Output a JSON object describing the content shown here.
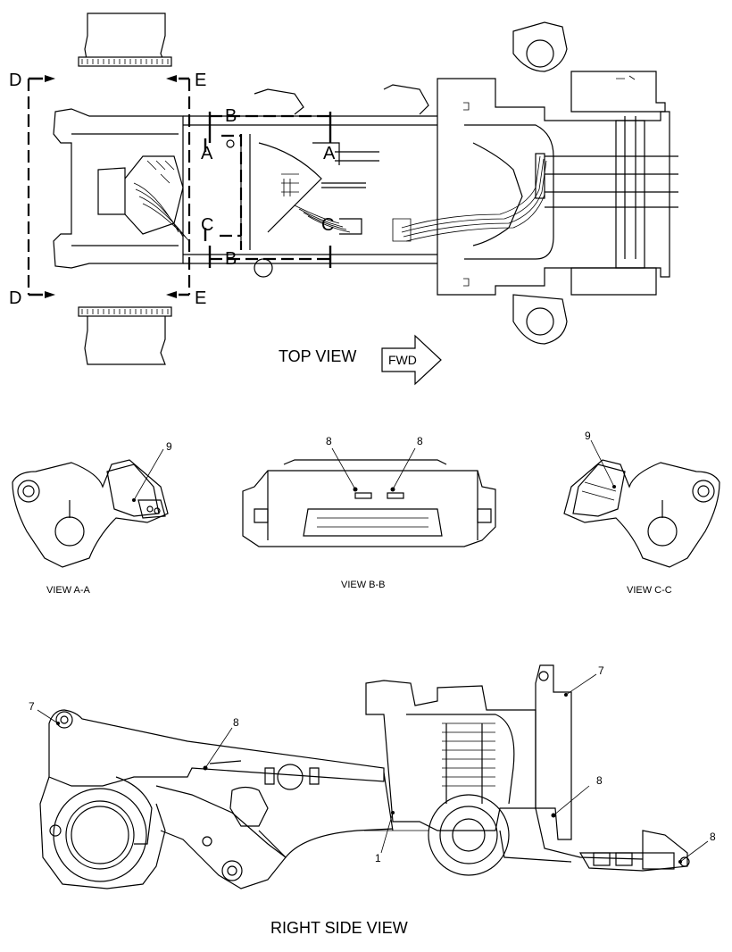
{
  "section_markers": {
    "d_top": "D",
    "e_top": "E",
    "d_bottom": "D",
    "e_bottom": "E",
    "b_top": "B",
    "b_bottom": "B",
    "a_left": "A",
    "a_right": "A",
    "c_left": "C",
    "c_right": "C"
  },
  "titles": {
    "top_view": "TOP VIEW",
    "fwd": "FWD",
    "view_aa": "VIEW A-A",
    "view_bb": "VIEW B-B",
    "view_cc": "VIEW C-C",
    "right_side_view": "RIGHT SIDE VIEW"
  },
  "callouts": {
    "aa_9": "9",
    "bb_8_left": "8",
    "bb_8_right": "8",
    "cc_9": "9",
    "rs_7_left": "7",
    "rs_7_right": "7",
    "rs_8_upper": "8",
    "rs_8_right": "8",
    "rs_8_far_right": "8",
    "rs_1": "1"
  }
}
